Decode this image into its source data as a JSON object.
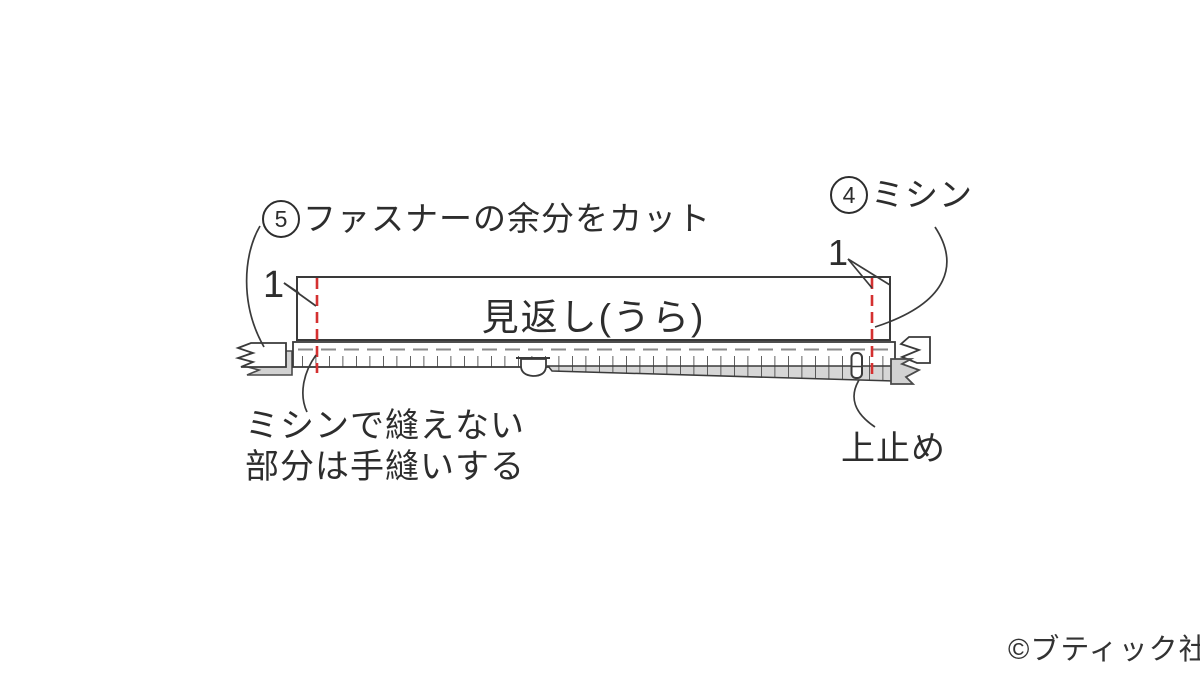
{
  "diagram_title": "zipper-facing-sewing-step",
  "colors": {
    "stitch_red": "#d43030",
    "line_dark": "#3a3a3a",
    "fold_dash_gray": "#8a8a8a",
    "tape_gray": "#d6d6d6",
    "background": "#ffffff"
  },
  "labels": {
    "step5": {
      "number": "5",
      "text": "ファスナーの余分をカット"
    },
    "step4": {
      "number": "4",
      "text": "ミシン"
    },
    "seam_allowance_left": "1",
    "seam_allowance_right": "1",
    "facing": "見返し(うら)",
    "handsew_note_line1": "ミシンで縫えない",
    "handsew_note_line2": "部分は手縫いする",
    "top_stop": "上止め",
    "copyright": "©ブティック社"
  }
}
